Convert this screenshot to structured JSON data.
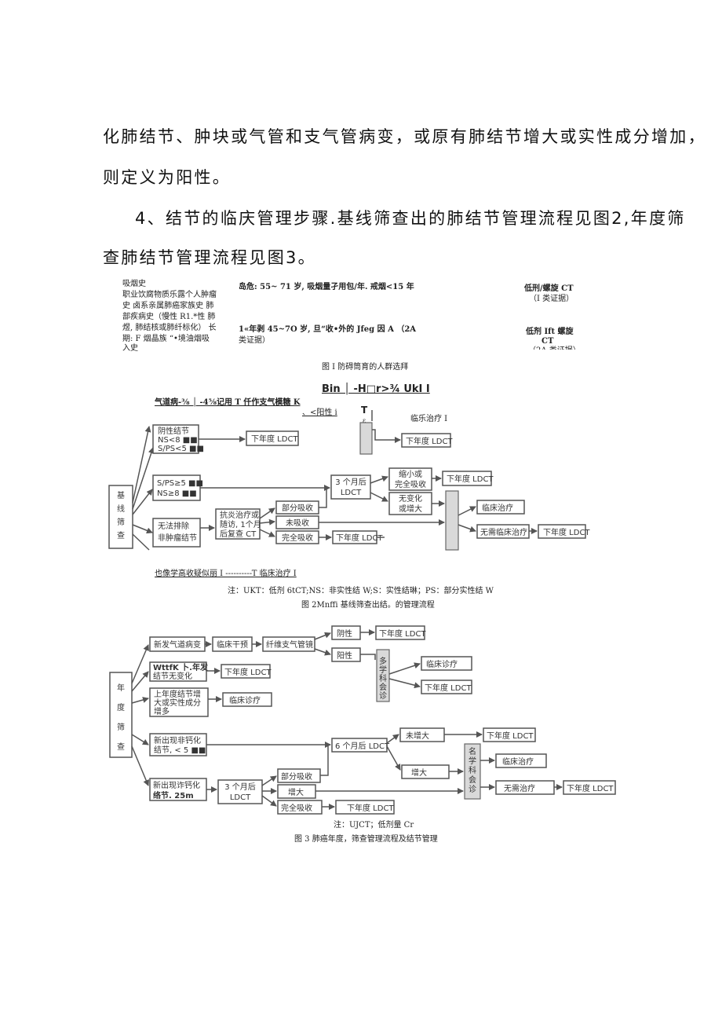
{
  "body_text": {
    "line1": "化肺结节、肿块或气管和支气管病变，或原有肺结节增大或实性成分增加，",
    "line2": "则定义为阳性。",
    "line3": "4、结节的临庆管理步骤.基线筛查出的肺结节管理流程见图2,年度筛",
    "line4": "查肺结节管理流程见图3。"
  },
  "fig1": {
    "left": [
      "吸烟史",
      "职业饮腐物质乐露个人肿瘤",
      "史 卤系亲属肺癌家族史 肺",
      "部疾病史（慢性 R1.*性 肺",
      "煜, 肺结核或肺纤标化） 长",
      "期: F 烟晶族 “•境油烟吸",
      "入史"
    ],
    "mid1": "岛危: 55~ 71 岁, 吸烟量孑用包/年. 戒烟<15 年",
    "mid2a": "1«年剥 45~7O 岁, 旦“收•外的 Jfeg 因 A （2A",
    "mid2b": "类证据）",
    "right1a": "低刑/螺旋 CT",
    "right1b": "（I 类证据）",
    "right2a": "低剂 Ift 螺旋",
    "right2b": "CT",
    "right2c": "（2A 类证据）",
    "caption": "图 I 防碍筒育的人群选拜"
  },
  "fig2": {
    "top_garble": "Bin │ -H□r>¾ UkI I",
    "top_line": "气道病-⅜ │ -4⅝记用 T 仟作支气模糖 K",
    "pos_label": "、<阳性 i",
    "t_label": "T",
    "e_label": "ε",
    "clinic_top": "临乐治疗 I",
    "start": [
      "基",
      "线",
      "筛",
      "查"
    ],
    "neg_box": [
      "阴性结节",
      "NS<8 ■■",
      "S/PS<5 ■■"
    ],
    "next_year": "下年度 LDCT",
    "mid_box": [
      "S/PS≥5 ■■",
      "NS≥8 ■■"
    ],
    "three_month": [
      "3 个月后",
      "LDCT"
    ],
    "shrink": [
      "缩小或",
      "完全吸收"
    ],
    "unchanged": [
      "无变化",
      "或增大"
    ],
    "cannot": [
      "无法排除",
      "非肿瘤结节"
    ],
    "anti": [
      "抗炎治疗或",
      "随访, 1个月",
      "后复查 CT"
    ],
    "partial": "部分吸收",
    "none": "未吸收",
    "complete": "完全吸收",
    "clinical": "临床治疗",
    "no_clinical": "无需临床治疗",
    "bottom_line": "也像学高收疑似丽 I ----------T 临床治疗 I",
    "note": "注：UKT：低剂 6tCT;NS：非实性结 W;S：实性结琳；PS：部分实性结 W",
    "caption": "图 2Mnffi 基线筛查出结。的管理流程"
  },
  "fig3": {
    "start": [
      "年",
      "度",
      "筛",
      "查"
    ],
    "new_airway": "新发气道病变",
    "intervene": "临床干预",
    "bronch": "纤维支气管镜",
    "neg": "阴性",
    "pos": "阳性",
    "mdt": [
      "多",
      "学",
      "科",
      "会",
      "诊"
    ],
    "clinic_dx": "临床诊疗",
    "next_year": "下年度 LDCT",
    "row2": [
      "WttfK 卜.年发",
      "结节无变化"
    ],
    "row3": [
      "上年度结节增",
      "大或实性成分",
      "增多"
    ],
    "row4": [
      "新出现非钙化",
      "结节, < 5 ■■"
    ],
    "six_month": "6 个月后 LDCT",
    "not_enlarged": "未增大",
    "enlarged": "增大",
    "mdt2": [
      "名",
      "学",
      "科",
      "会",
      "诊"
    ],
    "clinical_treat": "临床治疗",
    "no_treat": "无需治疗",
    "row5": [
      "新出现诈钙化",
      "络节. 25m"
    ],
    "three_month": [
      "3 个月后",
      "LDCT"
    ],
    "partial": "部分吸收",
    "complete": "完全吸收",
    "note": "注：UJCT；低剂量 Cr",
    "caption": "图 3 肺癌年度，筛查管理流程及结节管理"
  }
}
